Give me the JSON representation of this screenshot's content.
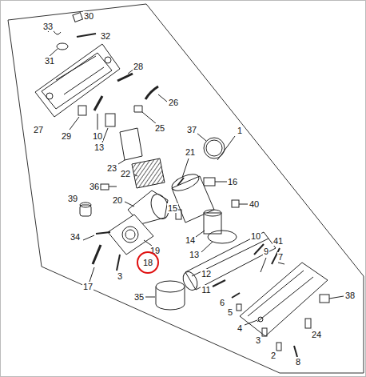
{
  "diagram": {
    "nodes": [
      {
        "text": [
          "18"
        ]
      }
    ],
    "labels": [
      "30",
      "33",
      "32",
      "31",
      "28",
      "27",
      "26",
      "29",
      "10",
      "25",
      "13",
      "37",
      "1",
      "21",
      "23",
      "22",
      "16",
      "36",
      "20",
      "39",
      "40",
      "15",
      "14",
      "34",
      "19",
      "10",
      "41",
      "13",
      "9",
      "3",
      "12",
      "7",
      "17",
      "11",
      "6",
      "35",
      "5",
      "38",
      "4",
      "24",
      "3",
      "2",
      "8"
    ]
  }
}
